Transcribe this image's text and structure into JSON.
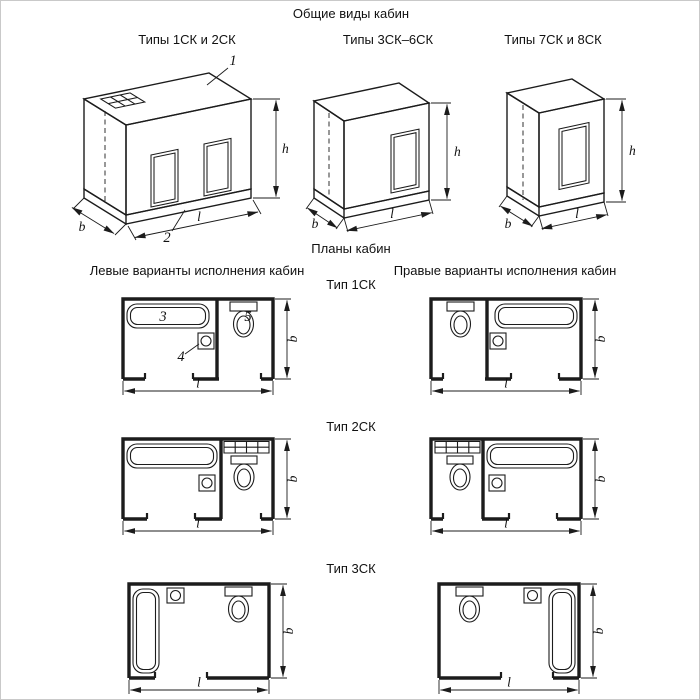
{
  "page": {
    "views_title": "Общие виды кабин",
    "plans_title": "Планы кабин",
    "left_variants_title": "Левые варианты исполнения кабин",
    "right_variants_title": "Правые варианты исполнения кабин"
  },
  "views": [
    {
      "title": "Типы 1СК и 2СК",
      "callout_roof": "1",
      "callout_base": "2",
      "dim_h": "h",
      "dim_b": "b",
      "dim_l": "l"
    },
    {
      "title": "Типы 3СК–6СК",
      "dim_h": "h",
      "dim_b": "b",
      "dim_l": "l"
    },
    {
      "title": "Типы 7СК и 8СК",
      "dim_h": "h",
      "dim_b": "b",
      "dim_l": "l"
    }
  ],
  "plans": [
    {
      "title": "Тип 1СК",
      "callout_bath": "3",
      "callout_sink": "4",
      "callout_toilet": "5",
      "dim_l": "l",
      "dim_b": "b"
    },
    {
      "title": "Тип 2СК",
      "dim_l": "l",
      "dim_b": "b"
    },
    {
      "title": "Тип 3СК",
      "dim_l": "l",
      "dim_b": "b"
    }
  ],
  "colors": {
    "line": "#1c1c1c",
    "background": "#ffffff"
  }
}
